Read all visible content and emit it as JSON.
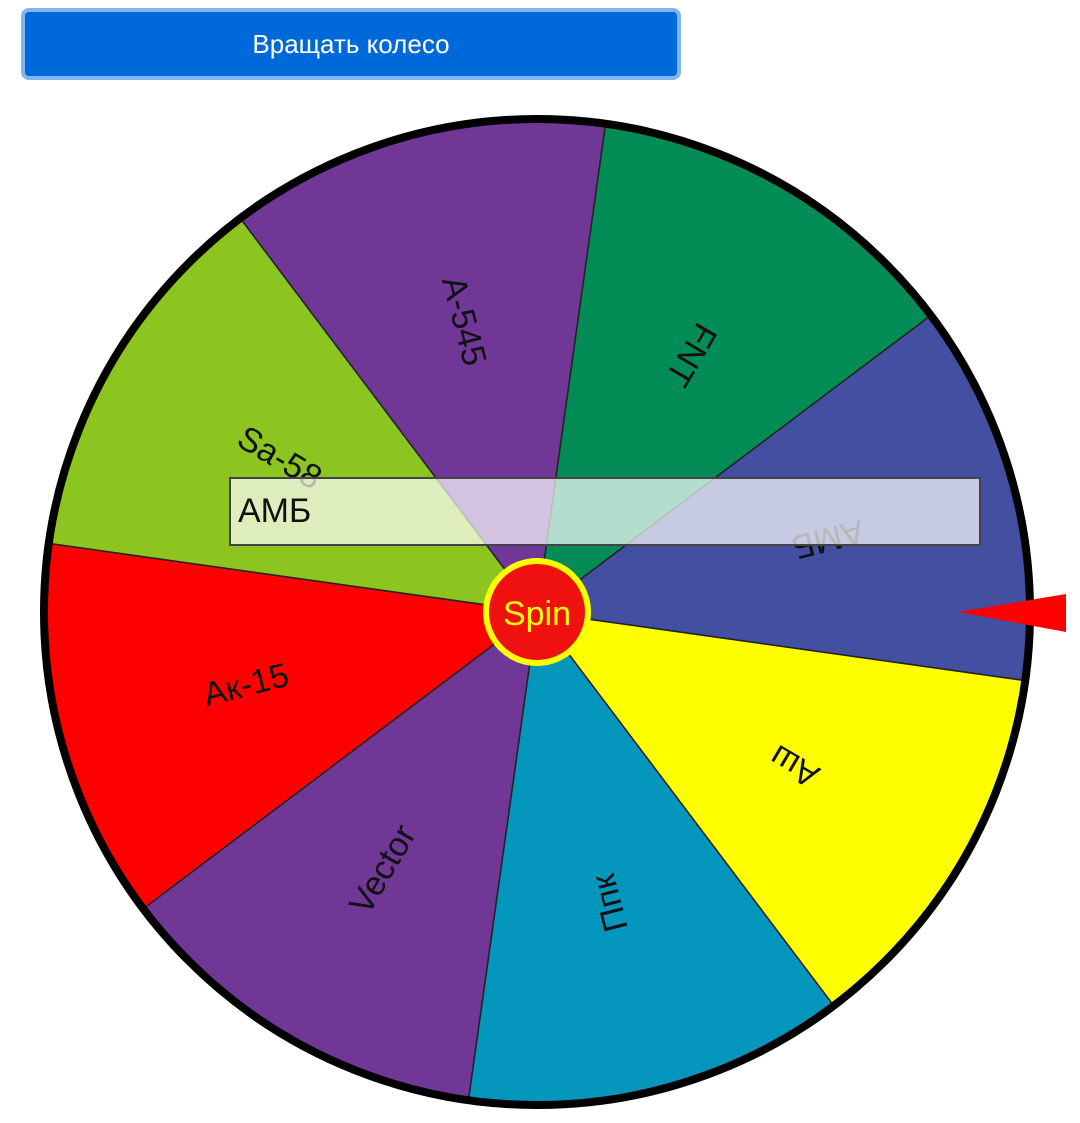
{
  "top_button": {
    "label": "Вращать колесо"
  },
  "result_display": {
    "value": "АМБ"
  },
  "center_button": {
    "label": "Spin"
  },
  "wheel": {
    "segments": [
      {
        "label": "АМБ",
        "color": "#434fa0"
      },
      {
        "label": "Аш",
        "color": "#ffff00"
      },
      {
        "label": "Ппк",
        "color": "#0496bc"
      },
      {
        "label": "Vector",
        "color": "#713797"
      },
      {
        "label": "Ак-15",
        "color": "#ff0000"
      },
      {
        "label": "Sa-58",
        "color": "#8cc51f"
      },
      {
        "label": "A-545",
        "color": "#713797"
      },
      {
        "label": "FNT",
        "color": "#038c56"
      }
    ],
    "rim_color": "#000000",
    "pointer_color": "#ff0000",
    "center_fill": "#ef1010",
    "center_ring": "#ffff00",
    "center_text_color": "#ffff00"
  }
}
